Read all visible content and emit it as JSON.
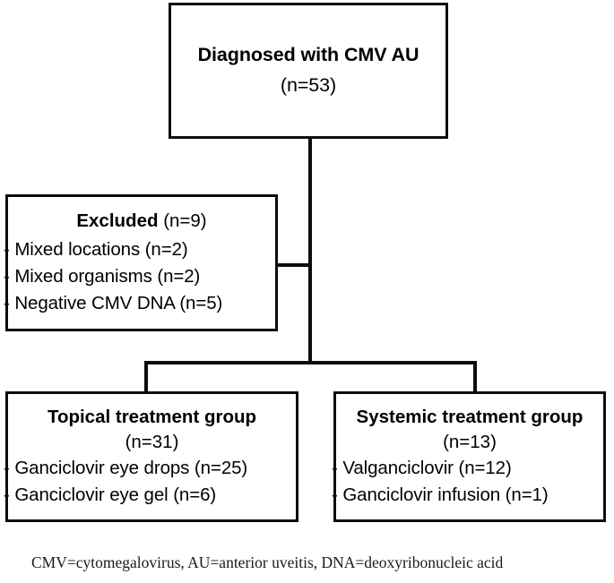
{
  "diagram": {
    "title": "Diagnosed with CMV AU",
    "type": "flowchart",
    "boxes": {
      "enrolled": {
        "headline": "Diagnosed with CMV AU",
        "count": "(n=53)"
      },
      "excluded": {
        "heading_label": "Excluded",
        "heading_count": "(n=9)",
        "items": [
          "- Mixed locations (n=2)",
          "- Mixed organisms (n=2)",
          "- Negative CMV DNA (n=5)"
        ]
      },
      "topical": {
        "heading": "Topical treatment group",
        "count": "(n=31)",
        "items": [
          "- Ganciclovir eye drops (n=25)",
          "- Ganciclovir eye gel (n=6)"
        ]
      },
      "systemic": {
        "heading": "Systemic treatment group",
        "count": "(n=13)",
        "items": [
          "- Valganciclovir (n=12)",
          "- Ganciclovir infusion (n=1)"
        ]
      }
    },
    "footnote": "CMV=cytomegalovirus, AU=anterior uveitis, DNA=deoxyribonucleic acid",
    "colors": {
      "stroke": "#0d0d0d",
      "background": "#ffffff",
      "text": "#000000"
    }
  }
}
